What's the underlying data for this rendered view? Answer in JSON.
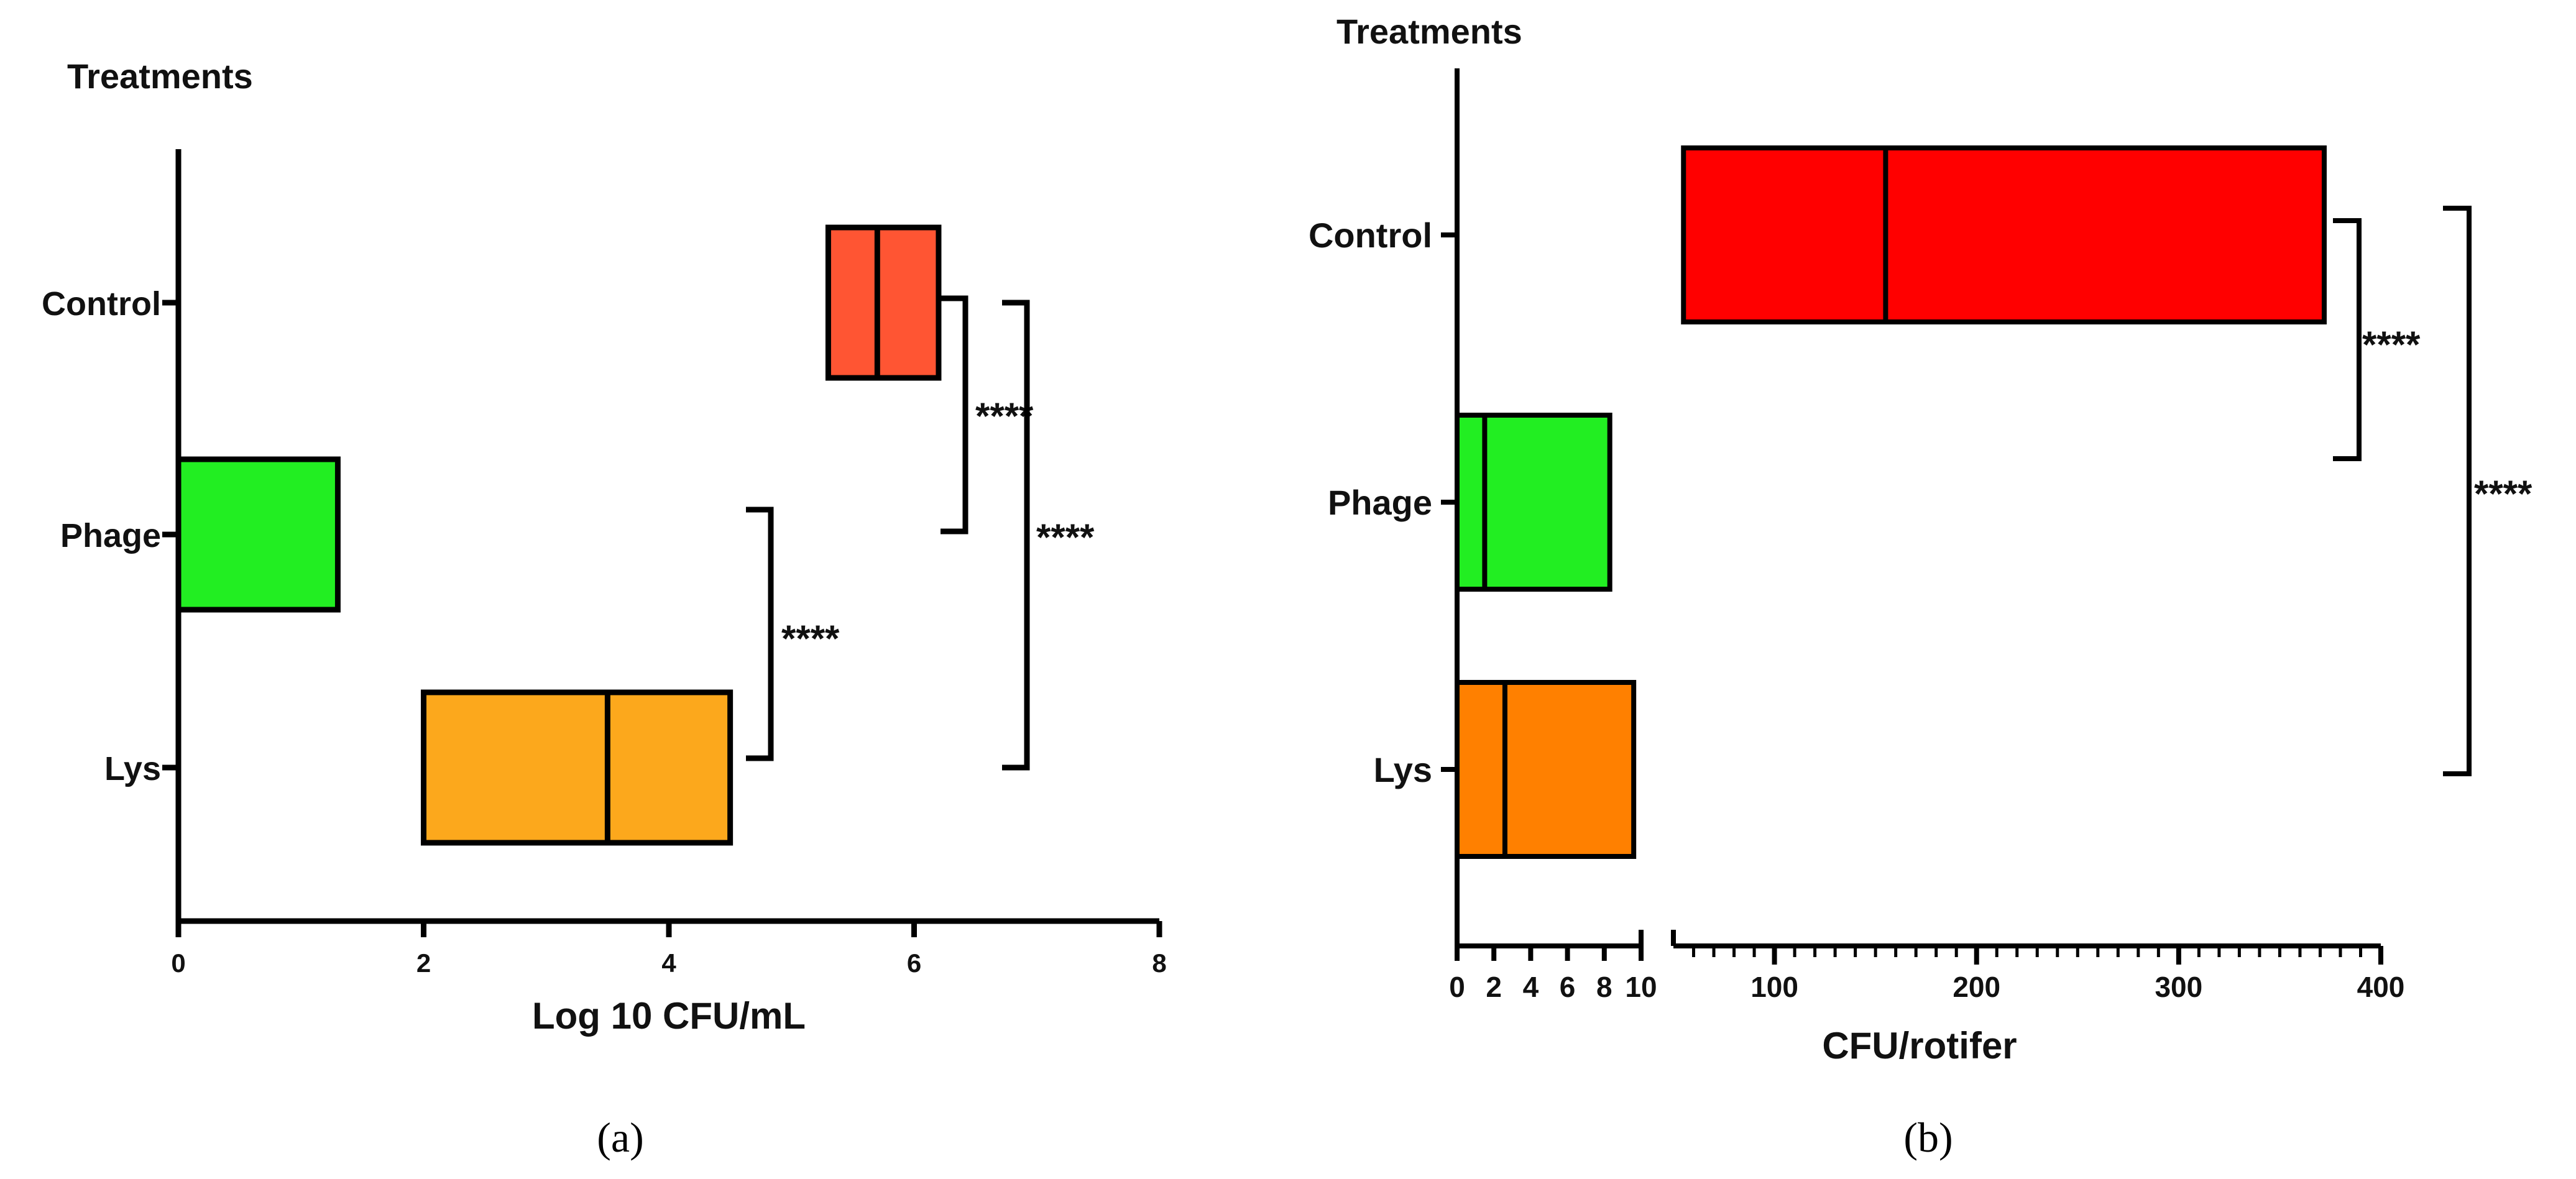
{
  "chart_data": [
    {
      "type": "floating-bar",
      "panel_label": "(a)",
      "title": "Treatments",
      "xlabel": "Log 10 CFU/mL",
      "ylabel": "",
      "xlim": [
        0,
        8
      ],
      "xticks": [
        "0",
        "2",
        "4",
        "6",
        "8"
      ],
      "categories": [
        "Control",
        "Phage",
        "Lys"
      ],
      "colors": {
        "Control": "#FF5533",
        "Phage": "#22EE22",
        "Lys": "#FCA81C"
      },
      "bars": [
        {
          "category": "Control",
          "min": 5.3,
          "median": 5.7,
          "max": 6.2
        },
        {
          "category": "Phage",
          "min": 0.0,
          "median": 0.0,
          "max": 1.3
        },
        {
          "category": "Lys",
          "min": 2.0,
          "median": 3.5,
          "max": 4.5
        }
      ],
      "annotations": [
        {
          "from": "Control",
          "to": "Phage",
          "label": "****"
        },
        {
          "from": "Control",
          "to": "Lys",
          "label": "****"
        },
        {
          "from": "Phage",
          "to": "Lys",
          "label": "****"
        }
      ],
      "grid": false,
      "legend": "none"
    },
    {
      "type": "floating-bar",
      "panel_label": "(b)",
      "title": "Treatments",
      "xlabel": "CFU/rotifer",
      "ylabel": "",
      "x_axis_segments": [
        {
          "range": [
            0,
            10
          ],
          "ticks": [
            "0",
            "2",
            "4",
            "6",
            "8",
            "10"
          ]
        },
        {
          "range": [
            50,
            400
          ],
          "ticks": [
            "100",
            "200",
            "300",
            "400"
          ]
        }
      ],
      "categories": [
        "Control",
        "Phage",
        "Lys"
      ],
      "colors": {
        "Control": "#FF0000",
        "Phage": "#22EE22",
        "Lys": "#FF8000"
      },
      "bars": [
        {
          "category": "Control",
          "min": 55,
          "median": 155,
          "max": 372
        },
        {
          "category": "Phage",
          "min": 0.0,
          "median": 1.5,
          "max": 8.3
        },
        {
          "category": "Lys",
          "min": 0.0,
          "median": 2.6,
          "max": 9.6
        }
      ],
      "annotations": [
        {
          "from": "Control",
          "to": "Phage",
          "label": "****"
        },
        {
          "from": "Control",
          "to": "Lys",
          "label": "****"
        }
      ],
      "grid": false,
      "legend": "none"
    }
  ]
}
